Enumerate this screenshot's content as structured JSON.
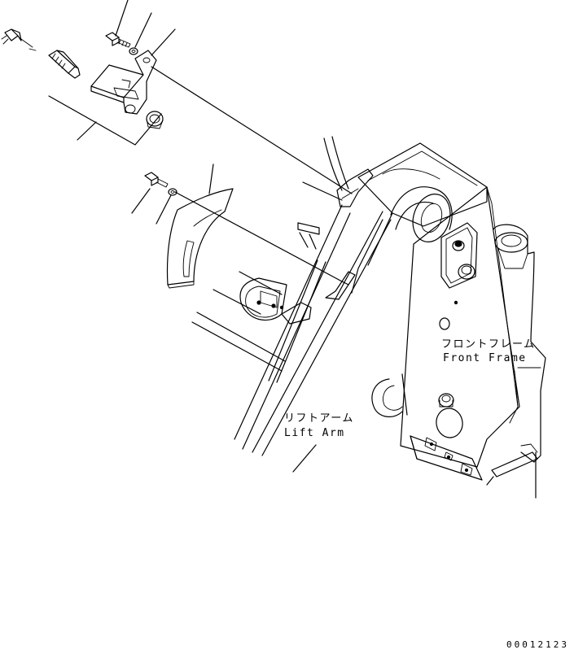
{
  "labels": {
    "lift_arm_jp": "リフトアーム",
    "lift_arm_en": "Lift Arm",
    "front_frame_jp": "フロントフレーム",
    "front_frame_en": "Front Frame"
  },
  "drawing_code": "00012123",
  "colors": {
    "line": "#000000",
    "background": "#ffffff"
  }
}
